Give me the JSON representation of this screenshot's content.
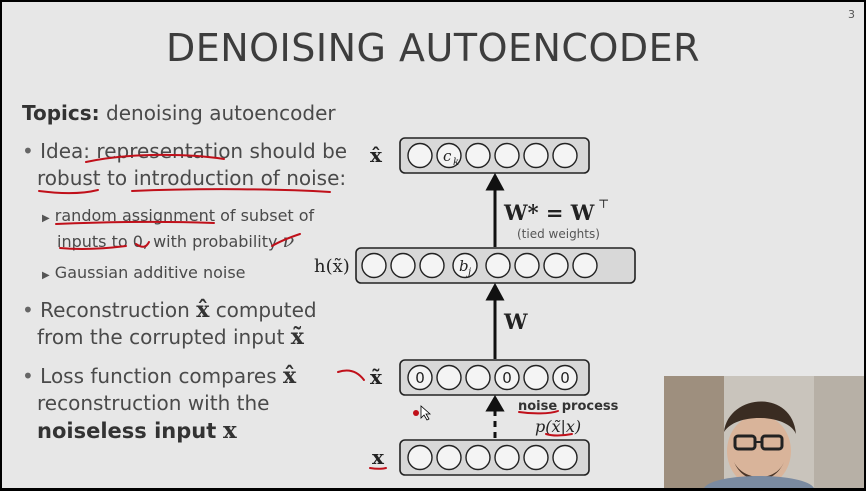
{
  "slide": {
    "page_number": "3",
    "title": "DENOISING AUTOENCODER",
    "topics_label": "Topics:",
    "topics_text": "denoising autoencoder",
    "bullets": {
      "idea_line1_a": "Idea:",
      "idea_line1_b": "representation should be",
      "idea_line2": "robust to introduction of noise:",
      "sub1_line1": "random assignment of subset of",
      "sub1_line2": "inputs to 0, with probability",
      "sub1_nu": "ν",
      "sub2": "Gaussian additive noise",
      "recon_line1_a": "Reconstruction",
      "recon_line1_b": "computed",
      "recon_line2": "from the corrupted input",
      "loss_line1": "Loss function compares",
      "loss_line2": "reconstruction with the",
      "loss_line3": "noiseless input"
    },
    "math": {
      "x_hat": "x̂",
      "x_tilde": "x̃",
      "x": "x"
    }
  },
  "diagram": {
    "label_xhat": "x̂",
    "label_htilde": "h(x̃)",
    "label_xtilde": "x̃",
    "label_x": "x",
    "unit_c": "c",
    "unit_c_sub": "k",
    "unit_b": "b",
    "unit_b_sub": "j",
    "zero": "0",
    "w_star": "W* = W",
    "w_top": "⊤",
    "tied": "(tied weights)",
    "w": "W",
    "noise_process": "noise process",
    "noise_formula": "p(x̃|x)"
  },
  "colors": {
    "background": "#e7e7e7",
    "ink": "#4a4a4a",
    "annotation": "#c0101a"
  }
}
